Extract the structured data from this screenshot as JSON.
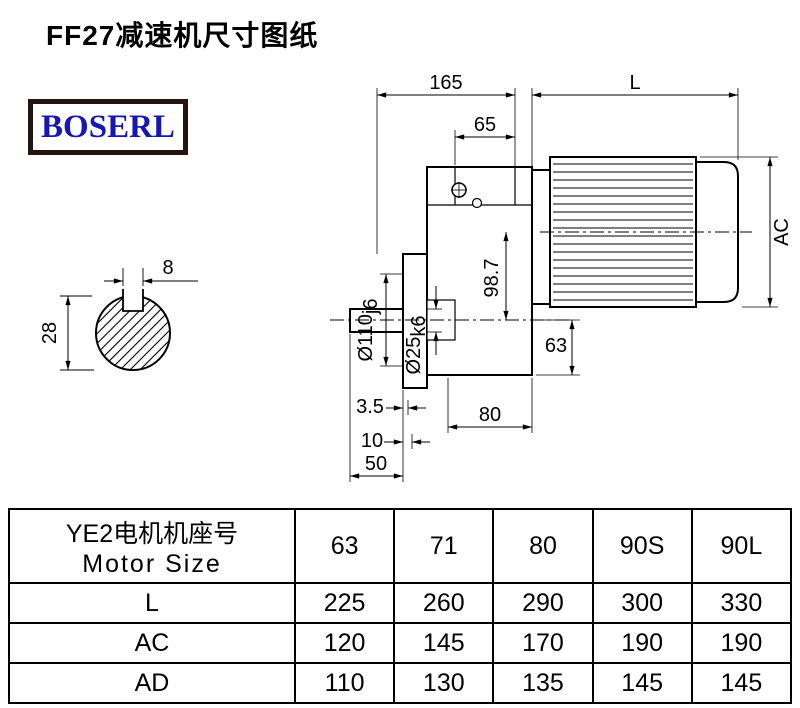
{
  "page": {
    "title": "FF27减速机尺寸图纸",
    "logo_text": "BOSERL"
  },
  "drawing": {
    "dim_165": "165",
    "dim_65": "65",
    "dim_L": "L",
    "dim_AC": "AC",
    "dim_d110": "Ø110",
    "dim_d110_tol": "j6",
    "dim_d25": "Ø25",
    "dim_d25_tol": "k6",
    "dim_98_7": "98.7",
    "dim_63": "63",
    "dim_80": "80",
    "dim_3_5": "3.5",
    "dim_10": "10",
    "dim_50": "50",
    "dim_8": "8",
    "dim_28": "28"
  },
  "table": {
    "header_col1_line1": "YE2电机机座号",
    "header_col1_line2": "Motor Size",
    "motor_sizes": [
      "63",
      "71",
      "80",
      "90S",
      "90L"
    ],
    "rows": [
      {
        "label": "L",
        "values": [
          "225",
          "260",
          "290",
          "300",
          "330"
        ]
      },
      {
        "label": "AC",
        "values": [
          "120",
          "145",
          "170",
          "190",
          "190"
        ]
      },
      {
        "label": "AD",
        "values": [
          "110",
          "130",
          "135",
          "145",
          "145"
        ]
      }
    ]
  }
}
